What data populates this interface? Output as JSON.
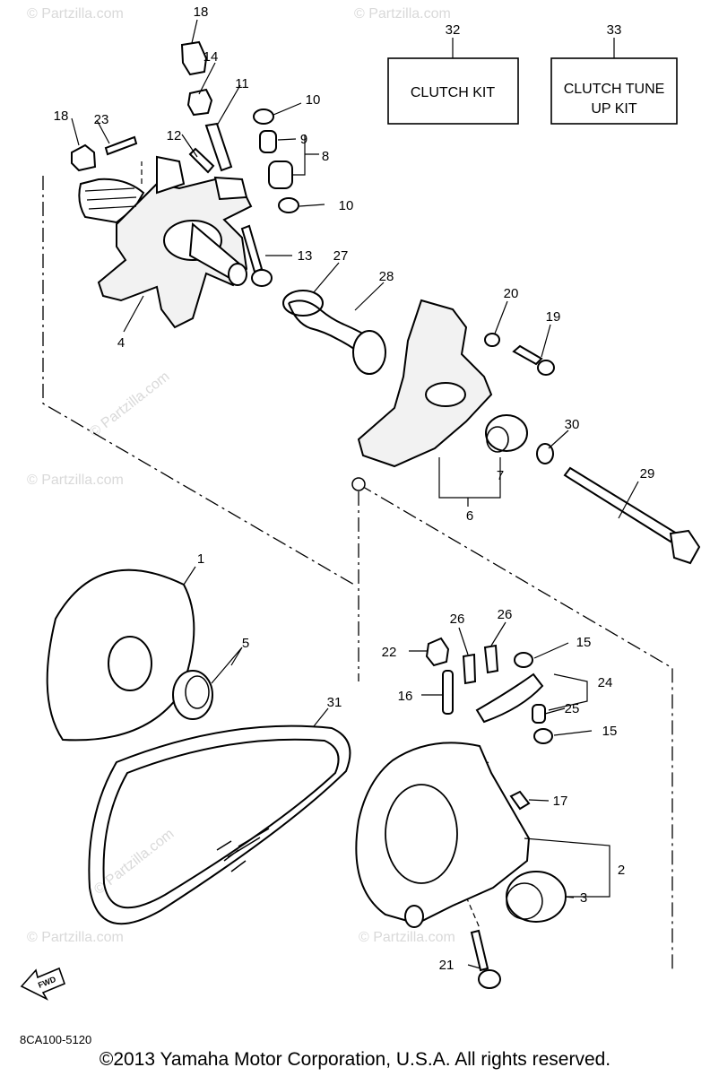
{
  "callouts": {
    "c1": "1",
    "c2": "2",
    "c3": "3",
    "c4": "4",
    "c5": "5",
    "c6": "6",
    "c7": "7",
    "c8": "8",
    "c9": "9",
    "c10a": "10",
    "c10b": "10",
    "c11": "11",
    "c12": "12",
    "c13": "13",
    "c14": "14",
    "c15a": "15",
    "c15b": "15",
    "c16": "16",
    "c17": "17",
    "c18a": "18",
    "c18b": "18",
    "c19": "19",
    "c20": "20",
    "c21": "21",
    "c22": "22",
    "c23": "23",
    "c24": "24",
    "c25": "25",
    "c26a": "26",
    "c26b": "26",
    "c27": "27",
    "c28": "28",
    "c29": "29",
    "c30": "30",
    "c31": "31",
    "c32": "32",
    "c33": "33"
  },
  "kits": {
    "clutch_kit": "CLUTCH KIT",
    "tune_up_line1": "CLUTCH TUNE",
    "tune_up_line2": "UP KIT"
  },
  "fwd_label": "FWD",
  "doc_code": "8CA100-5120",
  "copyright": "©2013  Yamaha Motor Corporation, U.S.A. All rights reserved.",
  "watermark": "© Partzilla.com"
}
